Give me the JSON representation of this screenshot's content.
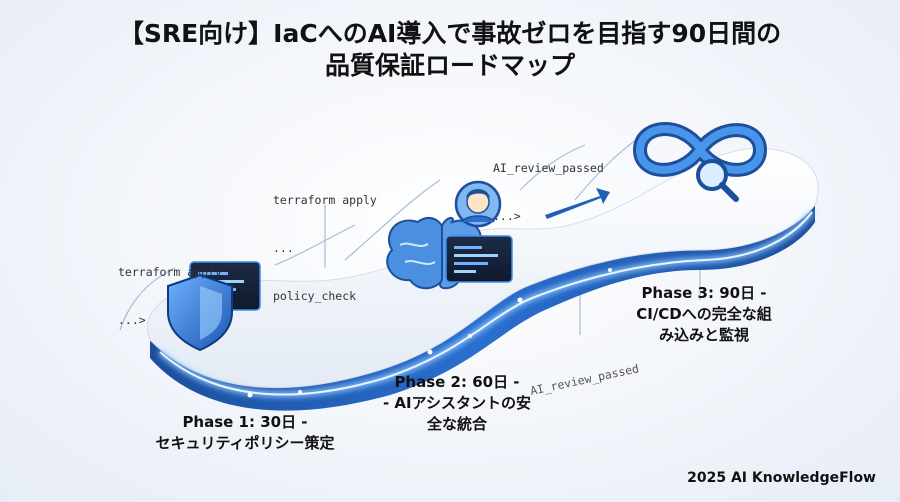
{
  "title": {
    "line1": "【SRE向け】IaCへのAI導入で事故ゼロを目指す90日間の",
    "line2": "品質保証ロードマップ"
  },
  "code_snippets": {
    "left": {
      "line1": "terraform apply",
      "line2": "...>"
    },
    "center": {
      "line1": "terraform apply",
      "line2": "...",
      "line3": "policy_check"
    },
    "top_right": {
      "line1": "AI_review_passed",
      "line2": "...>"
    },
    "bottom_center": {
      "line1": "AI_review_passed"
    }
  },
  "phases": {
    "phase1": {
      "line1": "Phase 1: 30日 -",
      "line2": "セキュリティポリシー策定"
    },
    "phase2": {
      "line1": "Phase 2: 60日 -",
      "line2": "- AIアシスタントの安",
      "line3": "全な統合"
    },
    "phase3": {
      "line1": "Phase 3: 90日 -",
      "line2": "CI/CDへの完全な組",
      "line3": "み込みと監視"
    }
  },
  "icons": [
    "shield-icon",
    "code-window-icon",
    "brain-icon",
    "engineer-avatar-icon",
    "infinity-loop-icon",
    "magnifier-icon"
  ],
  "colors": {
    "primary": "#1f5fb8",
    "accent": "#3a8ef0",
    "glow": "#8fc8ff",
    "text": "#111111"
  },
  "credit": "2025 AI KnowledgeFlow"
}
